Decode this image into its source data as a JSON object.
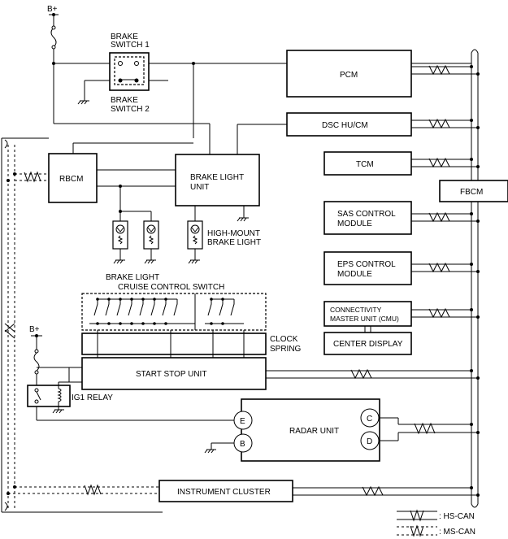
{
  "power": {
    "b_plus_top": "B+",
    "b_plus_left": "B+"
  },
  "switches": {
    "brake_switch_1": [
      "BRAKE",
      "SWITCH 1"
    ],
    "brake_switch_2": [
      "BRAKE",
      "SWITCH 2"
    ]
  },
  "modules": {
    "pcm": "PCM",
    "dsc": "DSC HU/CM",
    "tcm": "TCM",
    "fbcm": "FBCM",
    "sas": [
      "SAS CONTROL",
      "MODULE"
    ],
    "eps": [
      "EPS CONTROL",
      "MODULE"
    ],
    "cmu": [
      "CONNECTIVITY",
      "MASTER UNIT (CMU)"
    ],
    "center_display": "CENTER DISPLAY",
    "rbcm": "RBCM",
    "brake_light_unit": [
      "BRAKE LIGHT",
      "UNIT"
    ],
    "start_stop_unit": "START STOP UNIT",
    "radar_unit": "RADAR UNIT",
    "instrument_cluster": "INSTRUMENT CLUSTER"
  },
  "lights": {
    "high_mount": [
      "HIGH-MOUNT",
      "BRAKE LIGHT"
    ],
    "brake_light": "BRAKE LIGHT"
  },
  "labels": {
    "cruise_control_switch": "CRUISE CONTROL SWITCH",
    "clock_spring": [
      "CLOCK",
      "SPRING"
    ],
    "ig1_relay": "IG1 RELAY"
  },
  "connectors": {
    "e": "E",
    "b": "B",
    "c": "C",
    "d": "D"
  },
  "legend": {
    "hs_can": ": HS-CAN",
    "ms_can": ": MS-CAN"
  }
}
